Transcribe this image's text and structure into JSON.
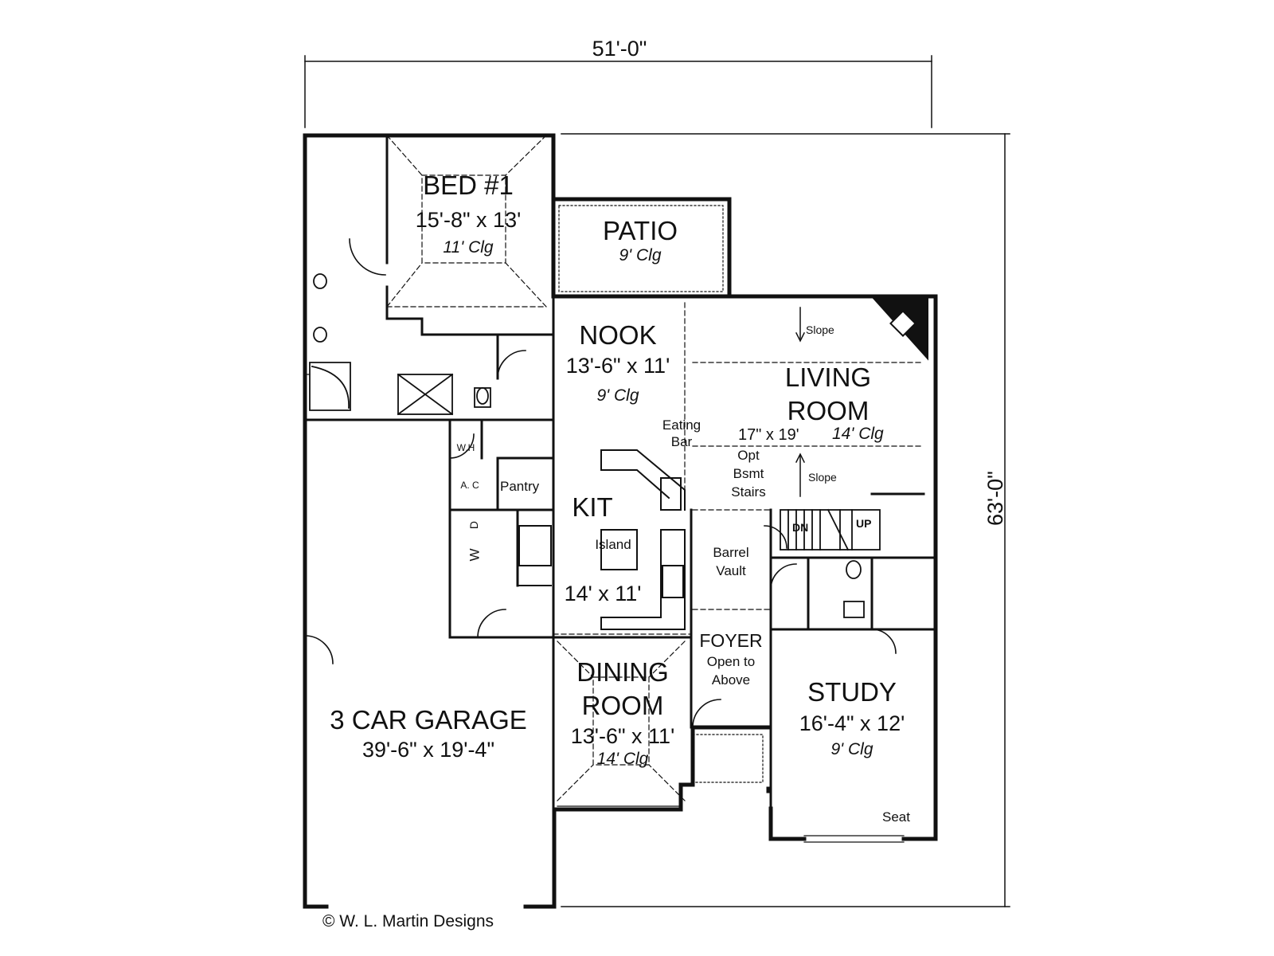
{
  "overall": {
    "width_label": "51'-0\"",
    "depth_label": "63'-0\""
  },
  "rooms": {
    "bed1": {
      "name": "BED #1",
      "size": "15'-8\" x 13'",
      "ceiling": "11' Clg"
    },
    "patio": {
      "name": "PATIO",
      "ceiling": "9' Clg"
    },
    "nook": {
      "name": "NOOK",
      "size": "13'-6\" x 11'",
      "ceiling": "9' Clg"
    },
    "living": {
      "name_line1": "LIVING",
      "name_line2": "ROOM",
      "size": "17\" x 19'",
      "ceiling": "14' Clg"
    },
    "kitchen": {
      "name": "KIT",
      "size": "14' x 11'",
      "island": "Island"
    },
    "dining": {
      "name_line1": "DINING",
      "name_line2": "ROOM",
      "size": "13'-6\" x 11'",
      "ceiling": "14' Clg"
    },
    "foyer": {
      "name": "FOYER",
      "note_line1": "Open to",
      "note_line2": "Above"
    },
    "study": {
      "name": "STUDY",
      "size": "16'-4\" x 12'",
      "ceiling": "9' Clg"
    },
    "garage": {
      "name": "3 CAR GARAGE",
      "size": "39'-6\" x 19'-4\""
    }
  },
  "notes": {
    "slope": "Slope",
    "eating_bar_line1": "Eating",
    "eating_bar_line2": "Bar",
    "bsmt_line1": "Opt",
    "bsmt_line2": "Bsmt",
    "bsmt_line3": "Stairs",
    "barrel_line1": "Barrel",
    "barrel_line2": "Vault",
    "pantry": "Pantry",
    "wh": "W.H",
    "ac": "A. C",
    "washer": "W",
    "dryer": "D",
    "dn": "DN",
    "up": "UP",
    "seat": "Seat"
  },
  "copyright": "© W. L. Martin Designs"
}
